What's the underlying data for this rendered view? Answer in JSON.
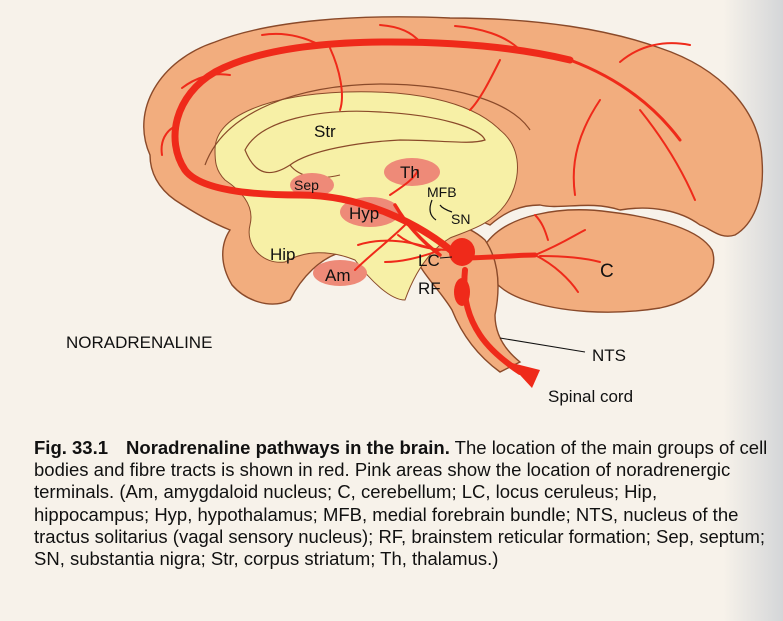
{
  "figure": {
    "labels": {
      "str": "Str",
      "th": "Th",
      "sep": "Sep",
      "mfb": "MFB",
      "hyp": "Hyp",
      "sn": "SN",
      "hip": "Hip",
      "am": "Am",
      "lc": "LC",
      "rf": "RF",
      "c": "C",
      "noradrenaline": "NORADRENALINE",
      "nts": "NTS",
      "spinal_cord": "Spinal cord"
    },
    "colors": {
      "brain": "#f2ad7e",
      "brain_stroke": "#8a4a2a",
      "inner": "#f7f0a6",
      "pathway": "#ef2a1a",
      "terminal_area": "#ee8a78"
    }
  },
  "caption": {
    "number": "Fig. 33.1",
    "title": "Noradrenaline pathways in the brain.",
    "text": "The location of the main groups of cell bodies and fibre tracts is shown in red. Pink areas show the location of noradrenergic terminals. (Am, amygdaloid nucleus; C, cerebellum; LC, locus ceruleus; Hip, hippocampus; Hyp, hypothalamus; MFB, medial forebrain bundle; NTS, nucleus of the tractus solitarius (vagal sensory nucleus); RF, brainstem reticular formation; Sep, septum; SN, substantia nigra; Str, corpus striatum; Th, thalamus.)"
  }
}
